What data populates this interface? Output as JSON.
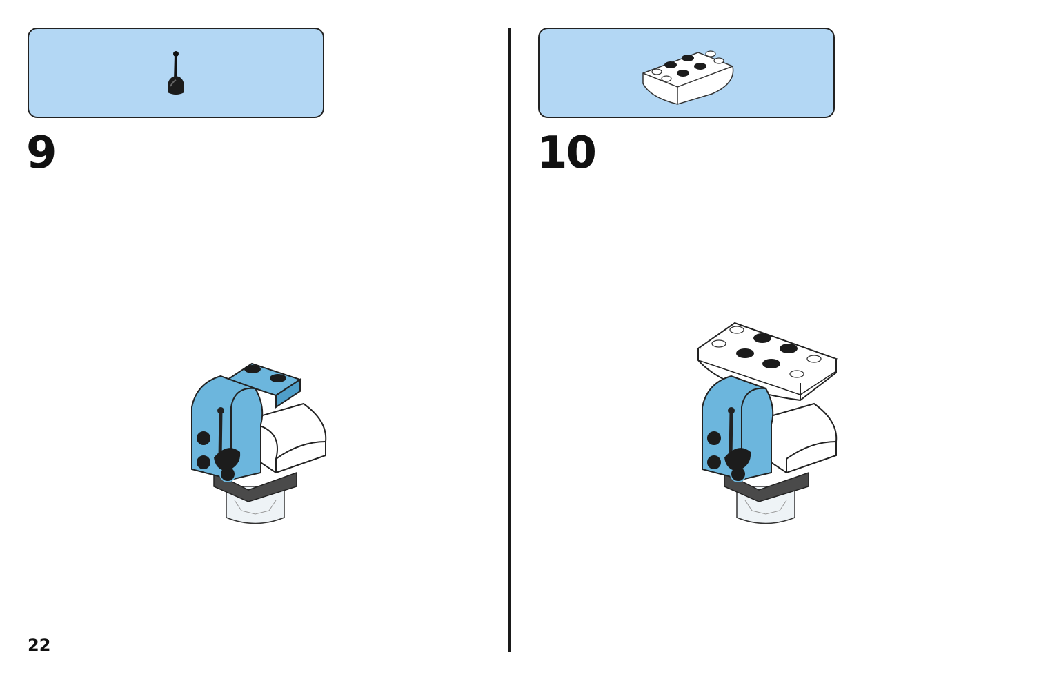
{
  "page": {
    "number": "22"
  },
  "steps": [
    {
      "number": "9",
      "parts": [
        {
          "name": "lever-part-icon",
          "count": 1
        }
      ]
    },
    {
      "number": "10",
      "parts": [
        {
          "name": "inverted-curved-slope-brick-icon",
          "count": 1
        }
      ]
    }
  ],
  "colors": {
    "parts_box": "#b3d7f4",
    "brick_blue": "#6cb6dd",
    "brick_white": "#ffffff",
    "brick_black": "#1c1c1c",
    "brick_dark_gray": "#4a4a4a",
    "brick_trans_clear": "#eef3f6"
  }
}
